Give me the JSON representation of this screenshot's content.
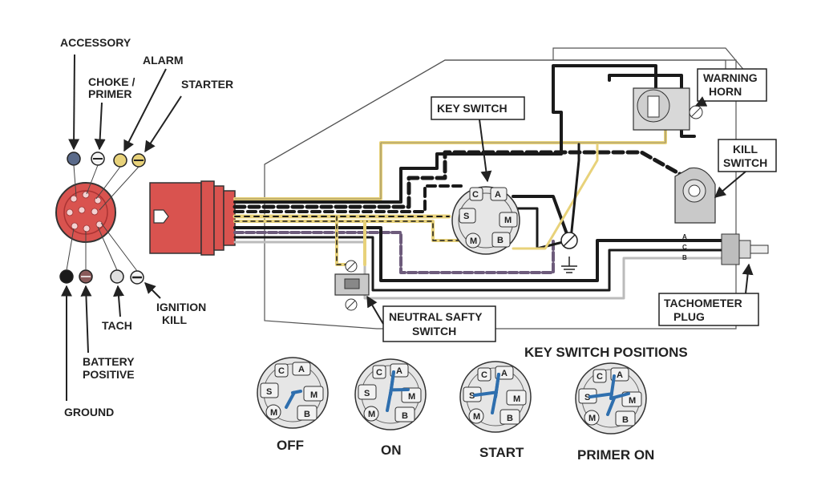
{
  "connector_labels": {
    "accessory": "ACCESSORY",
    "alarm": "ALARM",
    "choke_primer_1": "CHOKE /",
    "choke_primer_2": "PRIMER",
    "starter": "STARTER",
    "ignition_kill_1": "IGNITION",
    "ignition_kill_2": "KILL",
    "tach": "TACH",
    "battery_positive_1": "BATTERY",
    "battery_positive_2": "POSITIVE",
    "ground": "GROUND"
  },
  "components": {
    "key_switch": "KEY SWITCH",
    "warning_horn_1": "WARNING",
    "warning_horn_2": "HORN",
    "kill_switch_1": "KILL",
    "kill_switch_2": "SWITCH",
    "tachometer_plug_1": "TACHOMETER",
    "tachometer_plug_2": "PLUG",
    "neutral_safety_1": "NEUTRAL SAFTY",
    "neutral_safety_2": "SWITCH"
  },
  "terminals": {
    "a": "A",
    "c": "C",
    "s": "S",
    "m": "M",
    "b": "B"
  },
  "tach_pins": {
    "a": "A",
    "c": "C",
    "b": "B"
  },
  "positions_heading": "KEY SWITCH POSITIONS",
  "positions": [
    {
      "label": "OFF"
    },
    {
      "label": "ON"
    },
    {
      "label": "START"
    },
    {
      "label": "PRIMER ON"
    }
  ],
  "colors": {
    "connector_red": "#d9534f",
    "wire_yellow": "#e8d27a",
    "wire_black": "#1a1a1a",
    "wire_purple": "#6d5b7b",
    "switch_blue": "#2f6fae",
    "outline": "#333333"
  }
}
